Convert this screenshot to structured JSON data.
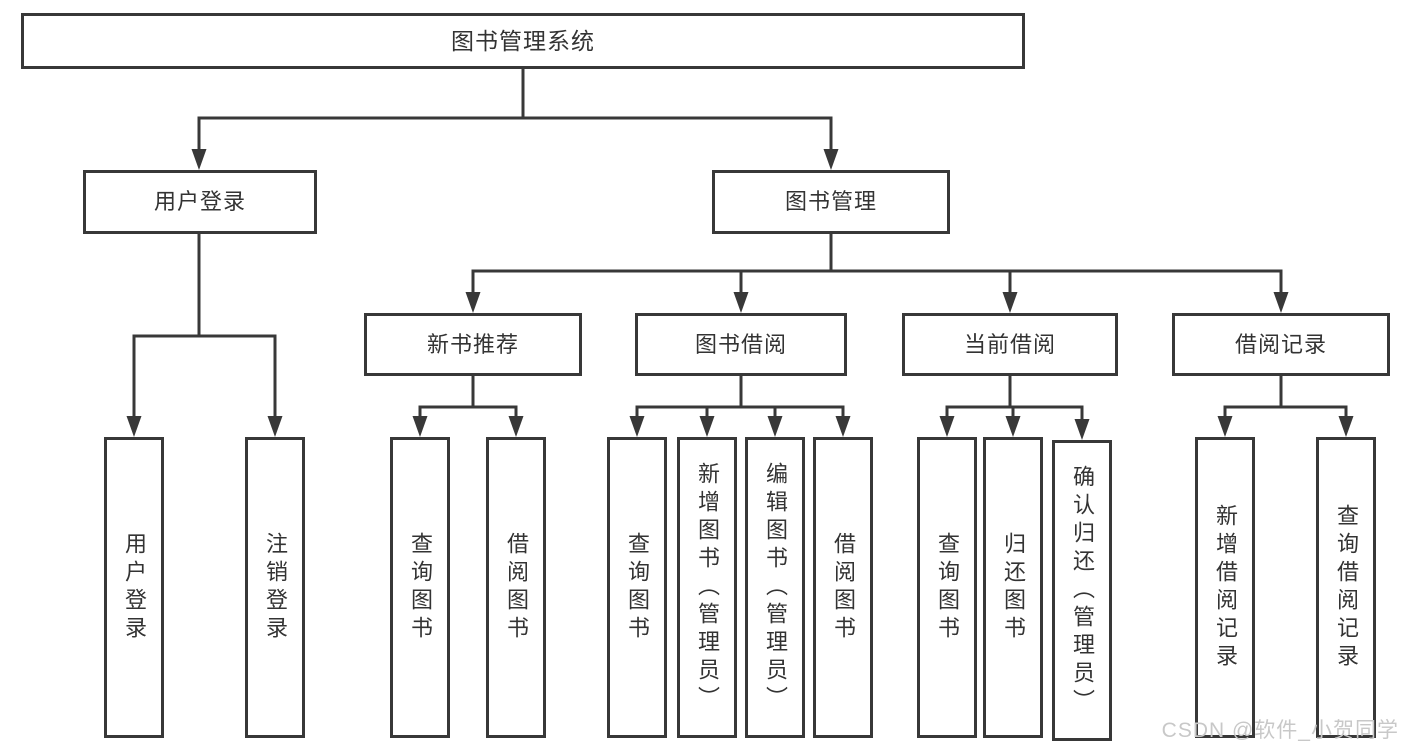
{
  "diagram": {
    "title": "图书管理系统",
    "watermark": "CSDN @软件_小贺同学",
    "colors": {
      "line": "#383838",
      "text": "#333333",
      "watermark": "#c8c8c8",
      "background": "#ffffff"
    },
    "nodes": {
      "root": "图书管理系统",
      "user-login": "用户登录",
      "book-mgmt": "图书管理",
      "new-book-rec": "新书推荐",
      "book-borrow": "图书借阅",
      "current-borrow": "当前借阅",
      "borrow-records": "借阅记录",
      "leaf-user-login": "用户登录",
      "leaf-logout": "注销登录",
      "leaf-rec-query": "查询图书",
      "leaf-rec-borrow": "借阅图书",
      "leaf-bb-query": "查询图书",
      "leaf-bb-add": "新增图书（管理员）",
      "leaf-bb-edit": "编辑图书（管理员）",
      "leaf-bb-borrow": "借阅图书",
      "leaf-cb-query": "查询图书",
      "leaf-cb-return": "归还图书",
      "leaf-cb-confirm": "确认归还（管理员）",
      "leaf-br-add": "新增借阅记录",
      "leaf-br-query": "查询借阅记录"
    }
  }
}
